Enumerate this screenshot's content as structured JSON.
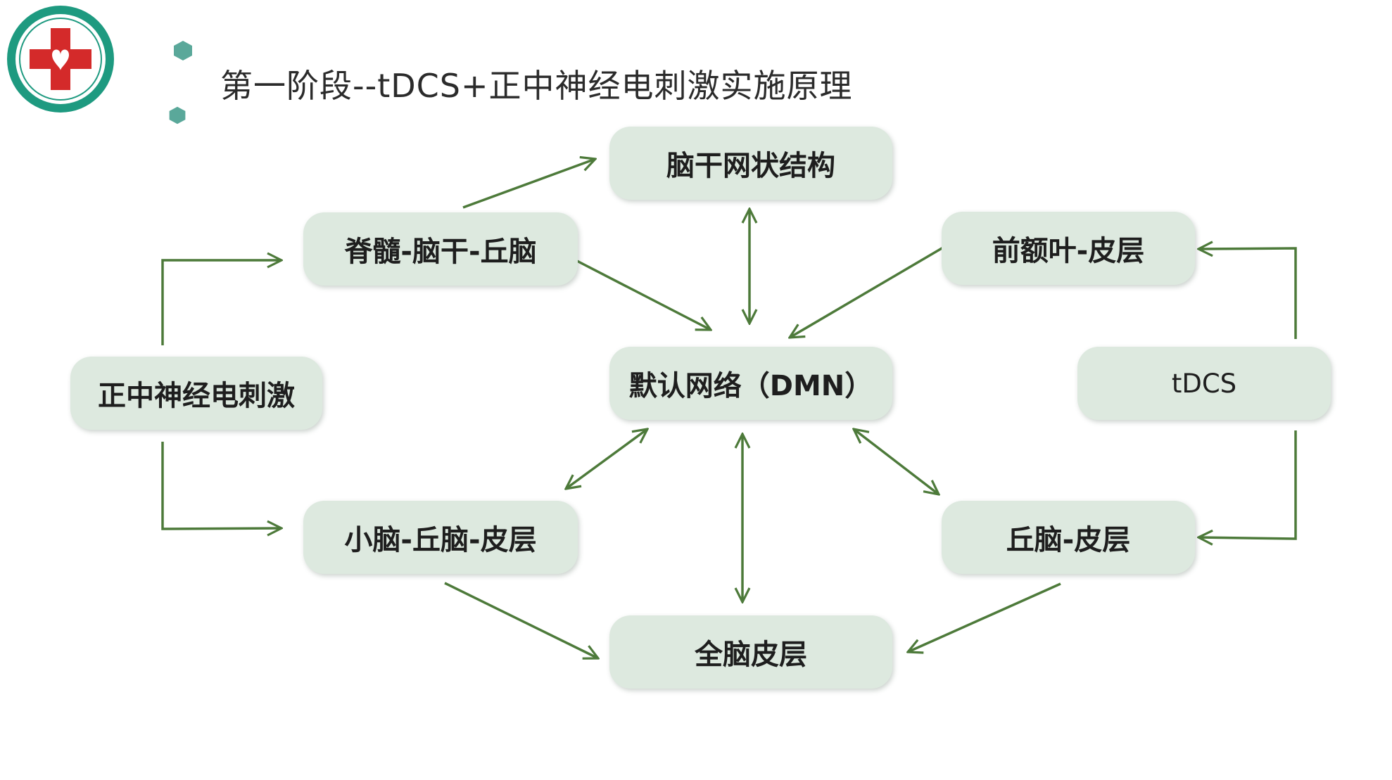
{
  "slide": {
    "title": "第一阶段--tDCS+正中神经电刺激实施原理"
  },
  "diagram": {
    "nodes": {
      "brainstem_reticular": "脑干网状结构",
      "spinal_brainstem_thalamus": "脊髓-脑干-丘脑",
      "prefrontal_cortex": "前额叶-皮层",
      "median_nerve_stim": "正中神经电刺激",
      "dmn": "默认网络（DMN）",
      "tdcs": "tDCS",
      "cerebellum_thalamus_cortex": "小脑-丘脑-皮层",
      "thalamus_cortex": "丘脑-皮层",
      "whole_cortex": "全脑皮层"
    },
    "arrow_color": "#4d7a3a",
    "node_color": "#dde9df"
  },
  "logo": {
    "ring_color": "#1e9a80",
    "cross_color": "#d42a2a"
  }
}
